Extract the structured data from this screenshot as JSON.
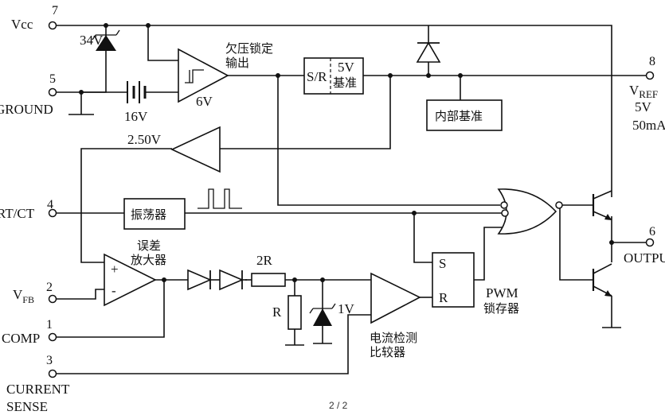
{
  "pins": [
    {
      "number": "7",
      "label": "Vcc"
    },
    {
      "number": "5",
      "label": "GROUND"
    },
    {
      "number": "4",
      "label": "RT/CT"
    },
    {
      "number": "2",
      "label": "V",
      "label_sub": "FB"
    },
    {
      "number": "1",
      "label": "COMP"
    },
    {
      "number": "3",
      "label_line1": "CURRENT",
      "label_line2": "SENSE"
    },
    {
      "number": "8",
      "label": "V",
      "label_sub": "REF",
      "extra1": "5V",
      "extra2": "50mA"
    },
    {
      "number": "6",
      "label": "OUTPUT"
    }
  ],
  "components": {
    "zener_34v": "34V",
    "battery_16v": "16V",
    "uvlo_label": "6V",
    "uvlo_text_line1": "欠压锁定",
    "uvlo_text_line2": "输出",
    "sr_label": "S/R",
    "ref5v_line1": "5V",
    "ref5v_line2": "基准",
    "internal_ref": "内部基准",
    "buffer_2v5": "2.50V",
    "oscillator": "振荡器",
    "error_amp_line1": "误差",
    "error_amp_line2": "放大器",
    "plus": "+",
    "minus": "-",
    "resistor_2r": "2R",
    "resistor_r": "R",
    "zener_1v": "1V",
    "current_comp_line1": "电流检测",
    "current_comp_line2": "比较器",
    "latch_s": "S",
    "latch_r": "R",
    "pwm_latch_line1": "PWM",
    "pwm_latch_line2": "锁存器"
  },
  "page_indicator": "2 / 2"
}
